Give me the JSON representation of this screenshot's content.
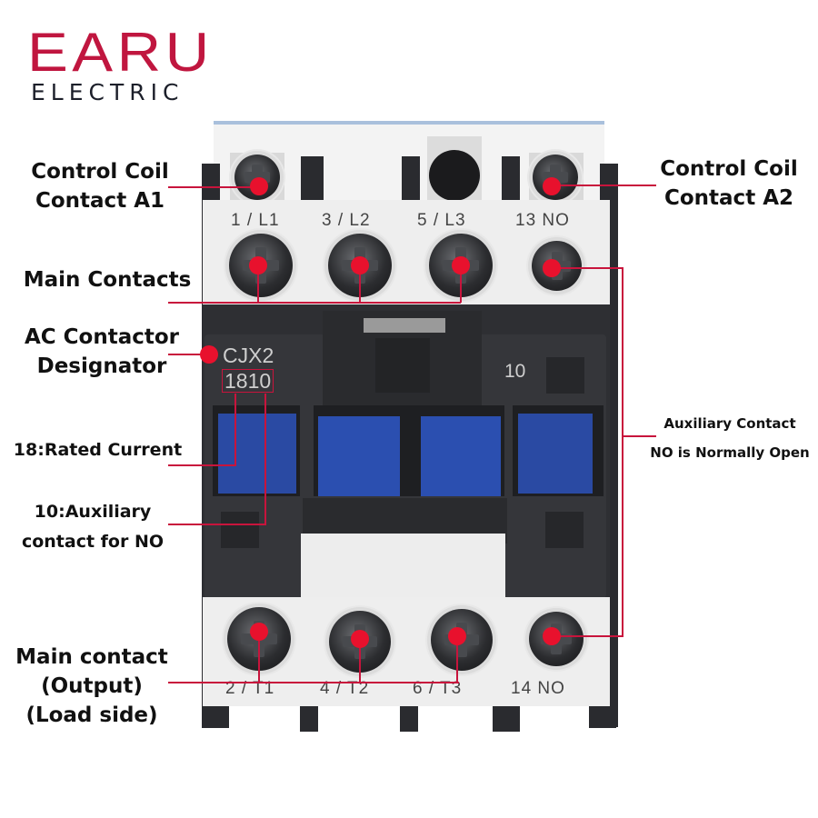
{
  "brand": {
    "name": "EARU",
    "subtitle": "ELECTRIC",
    "color": "#c0163f"
  },
  "annotation_color": "#e8112d",
  "device": {
    "model_series": "CJX2",
    "model_rating": "1810",
    "aux_marking": "10",
    "top_terminals": [
      "1 / L1",
      "3 / L2",
      "5 / L3",
      "13 NO"
    ],
    "bottom_terminals": [
      "2 / T1",
      "4 / T2",
      "6 / T3",
      "14 NO"
    ]
  },
  "labels": {
    "coil_a1": [
      "Control Coil",
      "Contact A1"
    ],
    "coil_a2": [
      "Control Coil",
      "Contact A2"
    ],
    "main_contacts": "Main Contacts",
    "designator": [
      "AC Contactor",
      "Designator"
    ],
    "rated_current": "18:Rated Current",
    "aux_no": [
      "10:Auxiliary",
      "contact for NO"
    ],
    "aux_contact": [
      "Auxiliary Contact",
      "NO is Normally Open"
    ],
    "main_output": [
      "Main contact",
      "(Output)",
      "(Load side)"
    ]
  }
}
